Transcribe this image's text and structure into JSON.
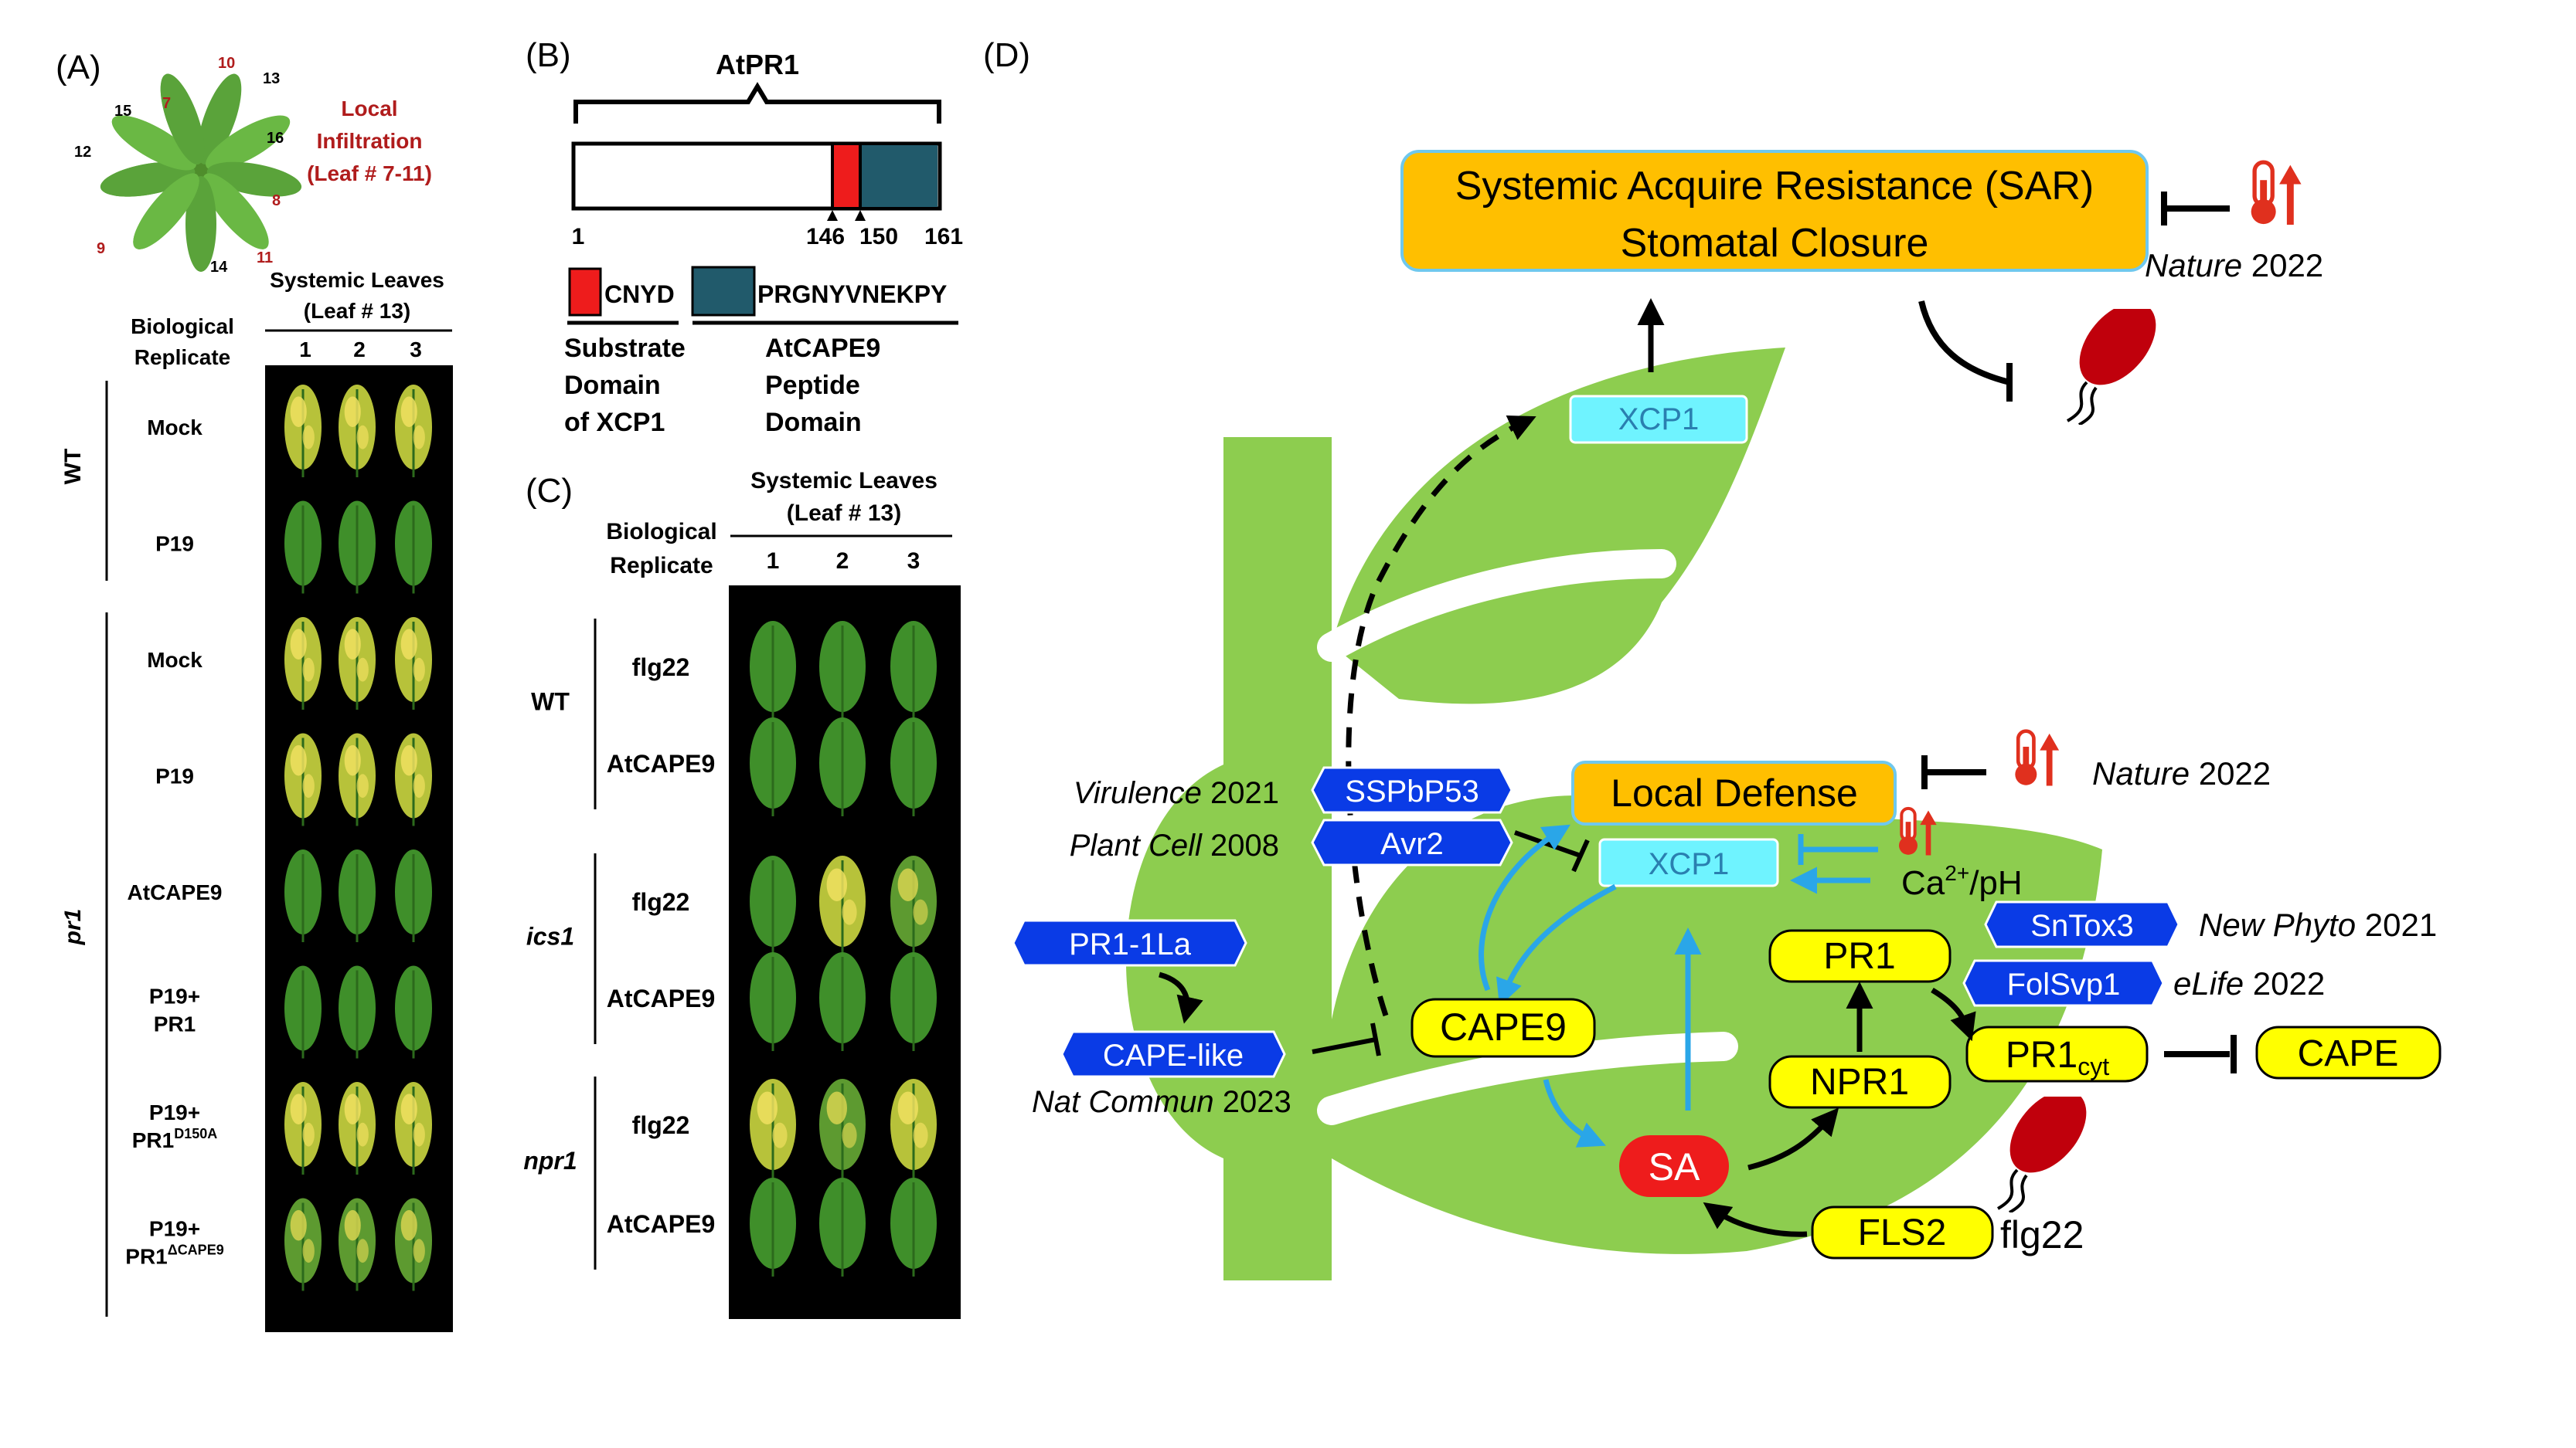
{
  "panel_labels": {
    "a": "(A)",
    "b": "(B)",
    "c": "(C)",
    "d": "(D)"
  },
  "panel_a": {
    "leaf_numbers": [
      "10",
      "13",
      "7",
      "15",
      "16",
      "12",
      "8",
      "9",
      "14",
      "11"
    ],
    "infiltration": [
      "Local",
      "Infiltration",
      "(Leaf # 7-11)"
    ],
    "systemic": [
      "Systemic Leaves",
      "(Leaf # 13)"
    ],
    "replicate": [
      "Biological",
      "Replicate"
    ],
    "cols": [
      "1",
      "2",
      "3"
    ],
    "genotypes": {
      "wt": "WT",
      "pr1": "pr1"
    },
    "rows": [
      {
        "label": [
          "Mock"
        ],
        "tone": "yellow"
      },
      {
        "label": [
          "P19"
        ],
        "tone": "green"
      },
      {
        "label": [
          "Mock"
        ],
        "tone": "yellow"
      },
      {
        "label": [
          "P19"
        ],
        "tone": "yellow"
      },
      {
        "label": [
          "AtCAPE9"
        ],
        "tone": "green"
      },
      {
        "label": [
          "P19+",
          "PR1"
        ],
        "tone": "green"
      },
      {
        "label": [
          "P19+",
          "PR1"
        ],
        "sup": "D150A",
        "tone": "yellow"
      },
      {
        "label": [
          "P19+",
          "PR1"
        ],
        "sup": "ΔCAPE9",
        "tone": "mixed"
      }
    ]
  },
  "panel_b": {
    "title": "AtPR1",
    "ticks": [
      "1",
      "146",
      "150",
      "161"
    ],
    "legend": {
      "red": "CNYD",
      "teal": "PRGNYVNEKPY"
    },
    "domain_red": [
      "Substrate",
      "Domain",
      "of XCP1"
    ],
    "domain_teal": [
      "AtCAPE9",
      "Peptide",
      "Domain"
    ],
    "colors": {
      "red": "#ee1c1c",
      "teal": "#215a6b"
    }
  },
  "panel_c": {
    "systemic": [
      "Systemic Leaves",
      "(Leaf # 13)"
    ],
    "replicate": [
      "Biological",
      "Replicate"
    ],
    "cols": [
      "1",
      "2",
      "3"
    ],
    "groups": [
      {
        "name": "WT",
        "italic": false,
        "treatments": [
          "flg22",
          "AtCAPE9"
        ]
      },
      {
        "name": "ics1",
        "italic": true,
        "treatments": [
          "flg22",
          "AtCAPE9"
        ]
      },
      {
        "name": "npr1",
        "italic": true,
        "treatments": [
          "flg22",
          "AtCAPE9"
        ]
      }
    ]
  },
  "panel_d": {
    "sar": [
      "Systemic Acquire Resistance (SAR)",
      "Stomatal Closure"
    ],
    "xcp1": "XCP1",
    "local_defense": "Local Defense",
    "ca_ph": {
      "ca": "Ca",
      "sup": "2+",
      "rest": "/pH"
    },
    "yellow_nodes": {
      "pr1": "PR1",
      "npr1": "NPR1",
      "cape9": "CAPE9",
      "pr1cyt": "PR1",
      "pr1cyt_sub": "cyt",
      "cape": "CAPE",
      "fls2": "FLS2"
    },
    "sa": "SA",
    "flg22": "flg22",
    "blue_tags": {
      "sspbp53": "SSPbP53",
      "avr2": "Avr2",
      "pr1_1la": "PR1-1La",
      "cape_like": "CAPE-like",
      "sntox3": "SnTox3",
      "folsvp1": "FolSvp1"
    },
    "refs": {
      "virulence": {
        "journal": "Virulence",
        "year": " 2021"
      },
      "plantcell": {
        "journal": "Plant Cell",
        "year": " 2008"
      },
      "natcommun": {
        "journal": "Nat Commun",
        "year": " 2023"
      },
      "newphyto": {
        "journal": "New Phyto",
        "year": " 2021"
      },
      "elife": {
        "journal": "eLife",
        "year": " 2022"
      },
      "nature_top": {
        "journal": "Nature",
        "year": " 2022"
      },
      "nature_mid": {
        "journal": "Nature",
        "year": " 2022"
      }
    },
    "icons": [
      "thermometer-up-icon",
      "bacterium-icon"
    ],
    "colors": {
      "leaf": "#8dcd4f",
      "yellow": "#ffff00",
      "orange": "#ffbf00",
      "cyan": "#6ff3ff",
      "blue_tag": "#0a3be6",
      "sa_red": "#ee1c1c",
      "arrow_blue": "#2aa6e8",
      "bacterium": "#c0000c"
    }
  }
}
